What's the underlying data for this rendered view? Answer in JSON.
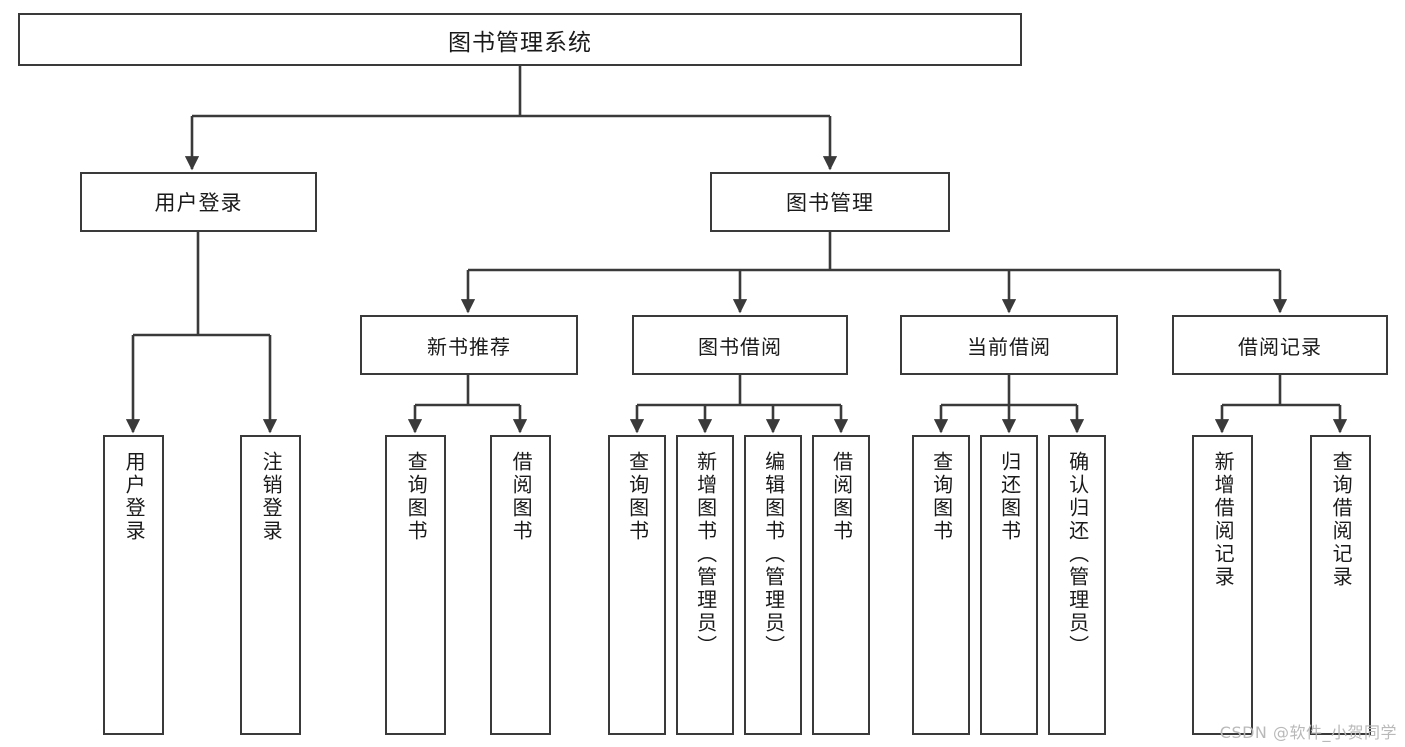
{
  "diagram": {
    "type": "tree-flowchart",
    "title": "图书管理系统",
    "watermark": "CSDN @软件_小贺同学",
    "colors": {
      "stroke": "#3a3a3a",
      "background": "#ffffff",
      "text": "#1a1a1a",
      "watermark": "#b9b9b9"
    },
    "nodes": {
      "root": {
        "label": "图书管理系统"
      },
      "level1": [
        {
          "label": "用户登录"
        },
        {
          "label": "图书管理"
        }
      ],
      "level2": [
        {
          "label": "新书推荐"
        },
        {
          "label": "图书借阅"
        },
        {
          "label": "当前借阅"
        },
        {
          "label": "借阅记录"
        }
      ],
      "leaves": {
        "user_login": [
          {
            "label": "用户登录"
          },
          {
            "label": "注销登录"
          }
        ],
        "new_book": [
          {
            "label": "查询图书"
          },
          {
            "label": "借阅图书"
          }
        ],
        "book_borrow": [
          {
            "label": "查询图书"
          },
          {
            "label": "新增图书（管理员）"
          },
          {
            "label": "编辑图书（管理员）"
          },
          {
            "label": "借阅图书"
          }
        ],
        "current_borrow": [
          {
            "label": "查询图书"
          },
          {
            "label": "归还图书"
          },
          {
            "label": "确认归还（管理员）"
          }
        ],
        "borrow_record": [
          {
            "label": "新增借阅记录"
          },
          {
            "label": "查询借阅记录"
          }
        ]
      }
    }
  }
}
